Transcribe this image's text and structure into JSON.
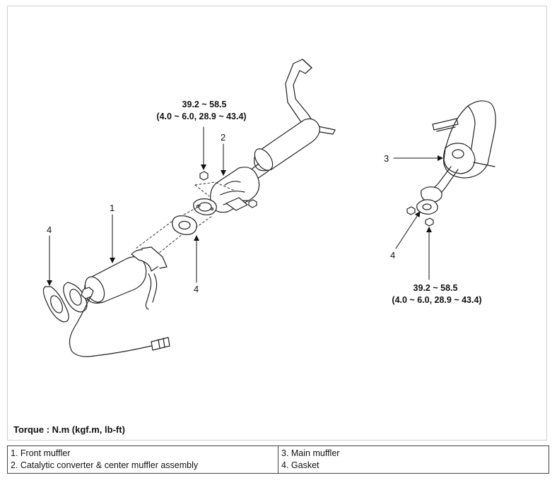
{
  "callouts": {
    "c1": "1",
    "c2": "2",
    "c3": "3",
    "c4a": "4",
    "c4b": "4",
    "c4c": "4"
  },
  "torque_values": {
    "left_line1": "39.2 ~ 58.5",
    "left_line2": "(4.0 ~ 6.0, 28.9 ~ 43.4)",
    "right_line1": "39.2 ~ 58.5",
    "right_line2": "(4.0 ~ 6.0, 28.9 ~ 43.4)"
  },
  "torque_note": "Torque : N.m (kgf.m, lb-ft)",
  "legend": {
    "item1": "1. Front muffler",
    "item2": "2. Catalytic converter & center muffler assembly",
    "item3": "3. Main muffler",
    "item4": "4. Gasket"
  }
}
